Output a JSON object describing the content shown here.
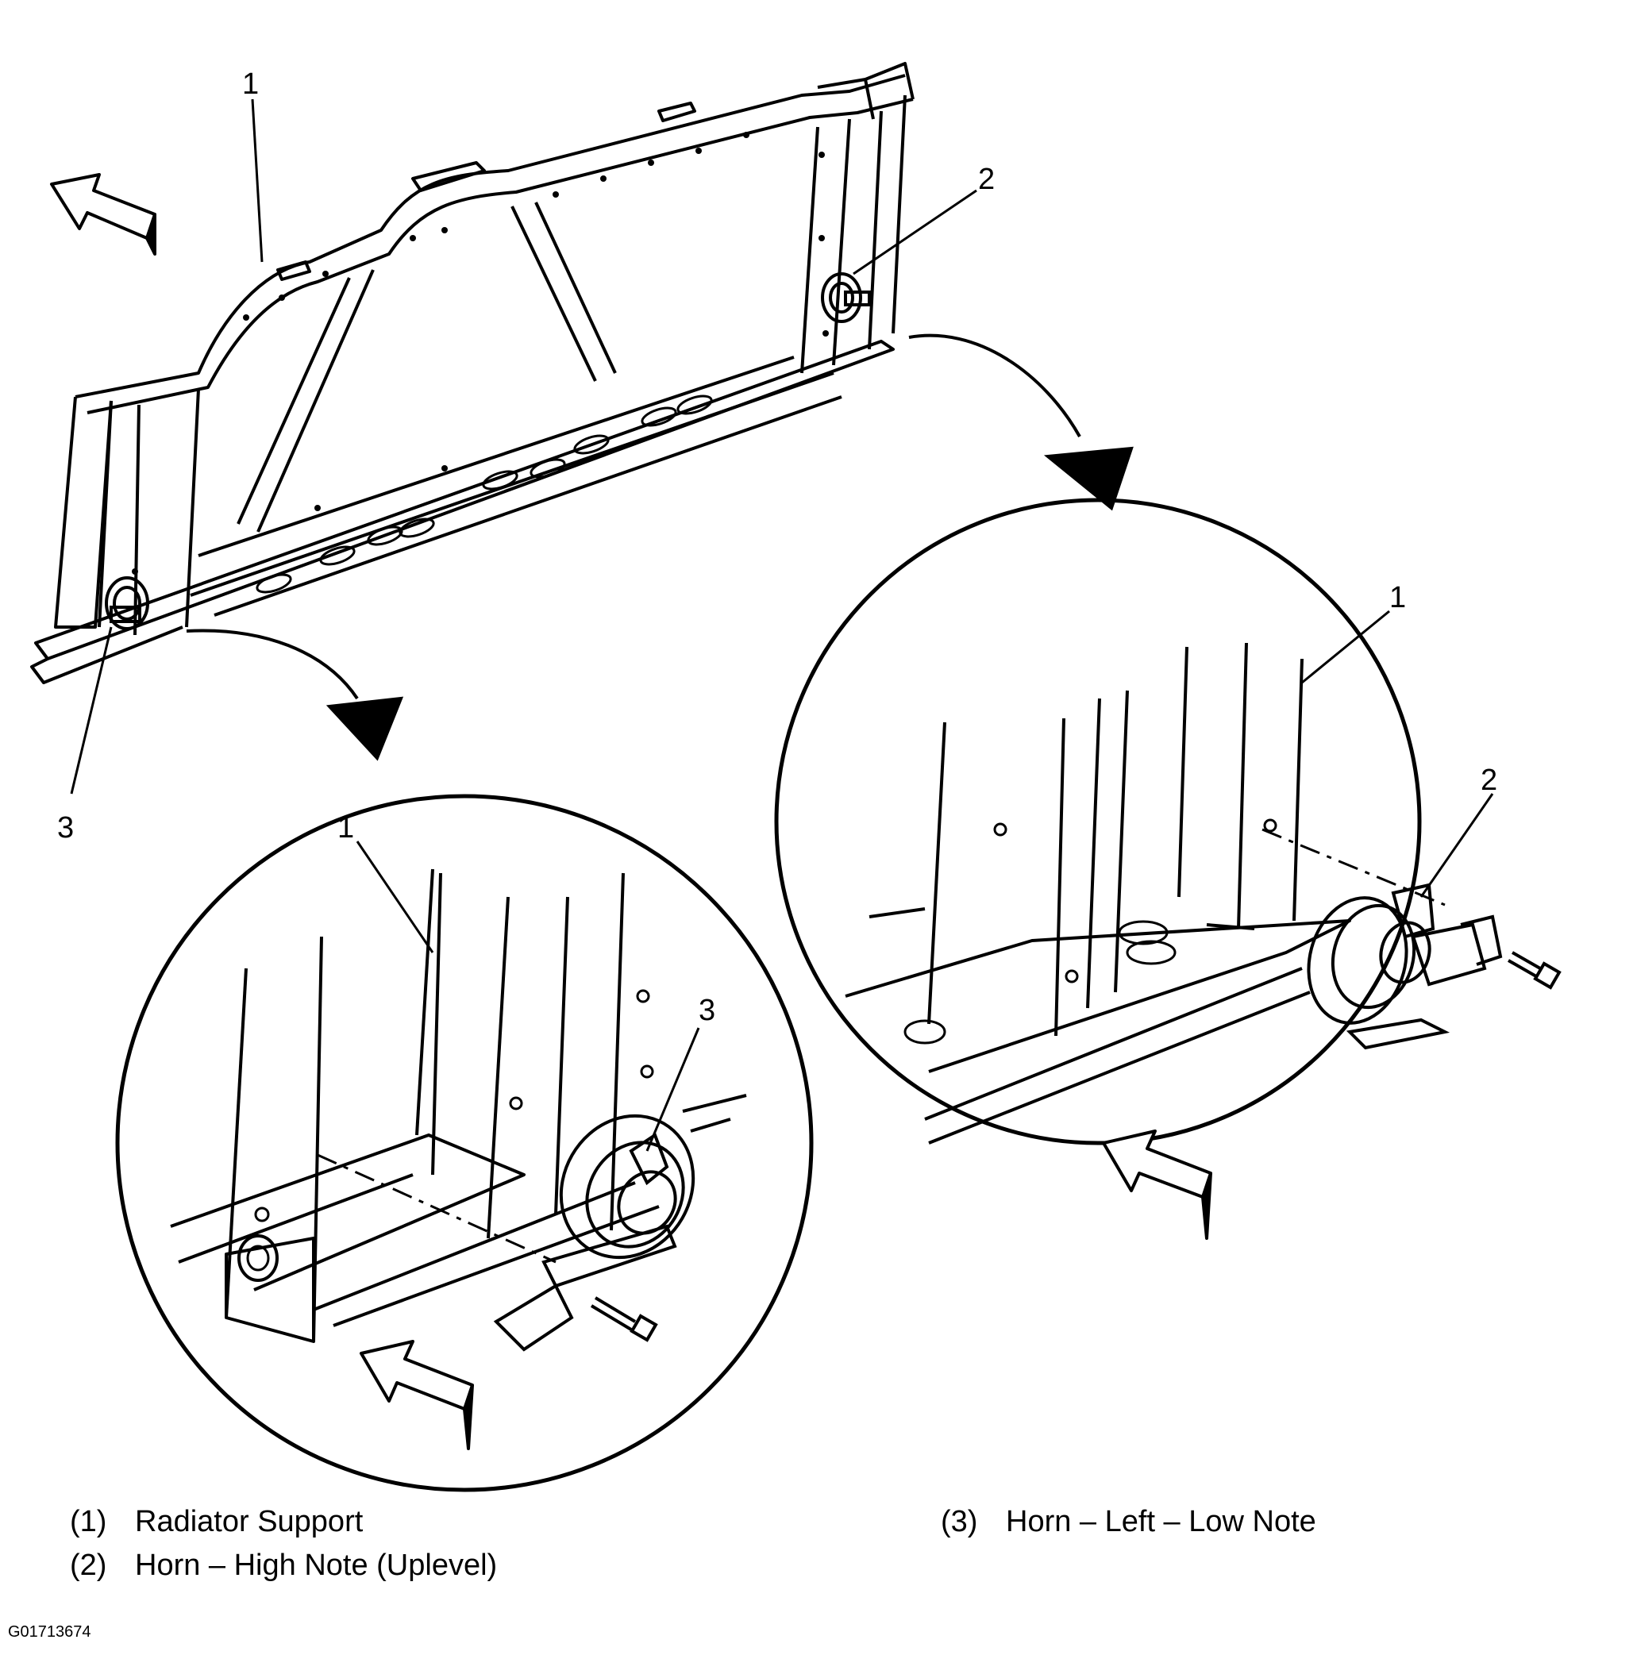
{
  "diagram": {
    "callouts": {
      "main_1": "1",
      "main_2": "2",
      "main_3": "3",
      "detail_left_1": "1",
      "detail_left_3": "3",
      "detail_right_1": "1",
      "detail_right_2": "2"
    }
  },
  "legend": [
    {
      "number": "(1)",
      "label": "Radiator Support"
    },
    {
      "number": "(2)",
      "label": "Horn – High Note (Uplevel)"
    },
    {
      "number": "(3)",
      "label": "Horn – Left – Low Note"
    }
  ],
  "figure_id": "G01713674",
  "colors": {
    "line": "#000000",
    "background": "#ffffff"
  }
}
